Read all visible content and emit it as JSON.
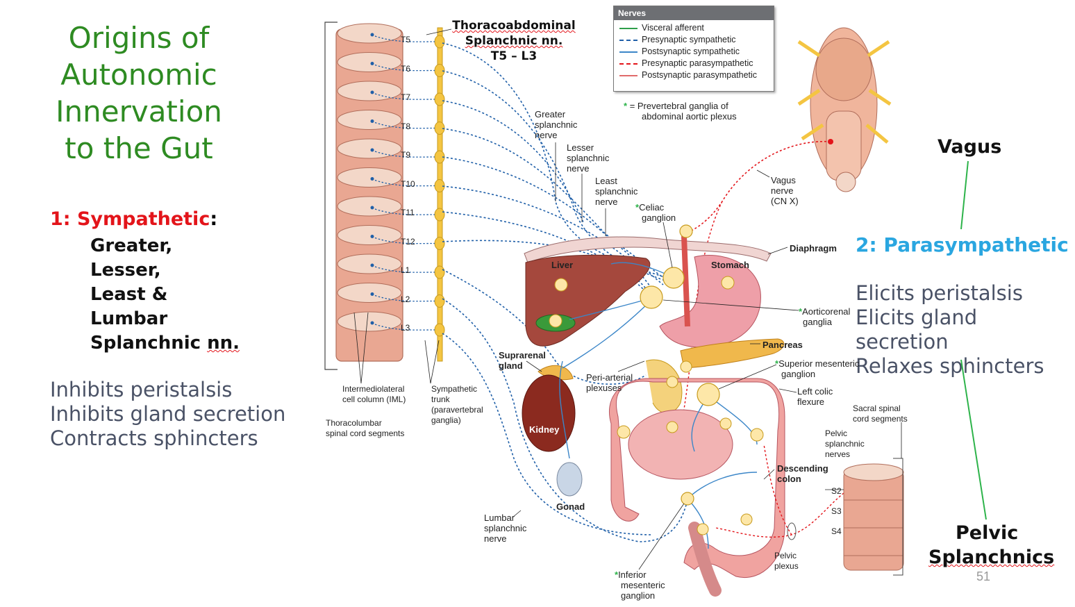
{
  "title_lines": [
    "Origins of",
    "Autonomic",
    "Innervation",
    "to the Gut"
  ],
  "sympathetic": {
    "heading_num": "1: ",
    "heading_word": "Sympathetic",
    "heading_colon": ":",
    "nerves": [
      "Greater,",
      "Lesser,",
      "Least  &",
      "Lumbar"
    ],
    "nerves_last_a": "Splanchnic ",
    "nerves_last_b": "nn.",
    "effects": [
      "Inhibits peristalsis",
      "Inhibits gland secretion",
      "Contracts sphincters"
    ]
  },
  "parasympathetic": {
    "heading": "2: Parasympathetic",
    "effects": [
      "Elicits peristalsis",
      "Elicits gland secretion",
      "Relaxes sphincters"
    ],
    "vagus": "Vagus",
    "pelvic_1": "Pelvic",
    "pelvic_2": "Splanchnics"
  },
  "thoracoabdominal": [
    "Thoracoabdominal",
    "Splanchnic nn.",
    "T5 – L3"
  ],
  "legend": {
    "title": "Nerves",
    "items": [
      {
        "label": "Visceral afferent",
        "color": "#2e9e4a",
        "style": "solid"
      },
      {
        "label": "Presynaptic  sympathetic",
        "color": "#1f5fa8",
        "style": "dashed"
      },
      {
        "label": "Postsynaptic sympathetic",
        "color": "#3b86c8",
        "style": "solid"
      },
      {
        "label": "Presynaptic  parasympathetic",
        "color": "#e3141a",
        "style": "dashed"
      },
      {
        "label": "Postsynaptic parasympathetic",
        "color": "#e06a6a",
        "style": "solid"
      }
    ],
    "note": [
      "= Prevertebral ganglia of",
      "abdominal aortic plexus"
    ],
    "star": "*"
  },
  "segments": [
    "T5",
    "T6",
    "T7",
    "T8",
    "T9",
    "T10",
    "T11",
    "T12",
    "L1",
    "L2",
    "L3"
  ],
  "sacral_segments": [
    "S2",
    "S3",
    "S4"
  ],
  "labels": {
    "greater": [
      "Greater",
      "splanchnic",
      "nerve"
    ],
    "lesser": [
      "Lesser",
      "splanchnic",
      "nerve"
    ],
    "least": [
      "Least",
      "splanchnic",
      "nerve"
    ],
    "celiac": [
      "Celiac",
      "ganglion"
    ],
    "vagus_nerve": [
      "Vagus",
      "nerve",
      "(CN X)"
    ],
    "diaphragm": "Diaphragm",
    "liver": "Liver",
    "stomach": "Stomach",
    "aorticorenal": [
      "Aorticorenal",
      "ganglia"
    ],
    "pancreas": "Pancreas",
    "sup_mesenteric": [
      "Superior mesenteric",
      "ganglion"
    ],
    "left_colic": [
      "Left colic",
      "flexure"
    ],
    "suprarenal": [
      "Suprarenal",
      "gland"
    ],
    "periarterial": [
      "Peri-arterial",
      "plexuses"
    ],
    "kidney": "Kidney",
    "gonad": "Gonad",
    "iml": [
      "Intermediolateral",
      "cell column (IML)"
    ],
    "symp_trunk": [
      "Sympathetic",
      "trunk",
      "(paravertebral",
      "ganglia)"
    ],
    "thoracolumbar": [
      "Thoracolumbar",
      "spinal cord segments"
    ],
    "lumbar_splanchnic": [
      "Lumbar",
      "splanchnic",
      "nerve"
    ],
    "sacral_cord": [
      "Sacral spinal",
      "cord segments"
    ],
    "pelvic_splanchnic": [
      "Pelvic",
      "splanchnic",
      "nerves"
    ],
    "descending_colon": [
      "Descending",
      "colon"
    ],
    "pelvic_plexus": [
      "Pelvic",
      "plexus"
    ],
    "inf_mesenteric": [
      "Inferior",
      "mesenteric",
      "ganglion"
    ]
  },
  "page_number": "51"
}
